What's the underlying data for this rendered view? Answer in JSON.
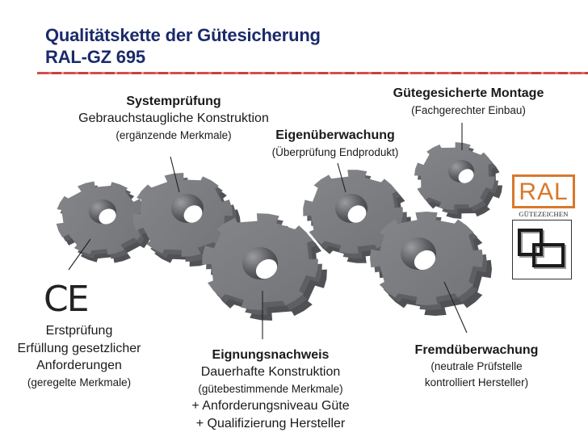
{
  "header": {
    "title_line1": "Qualitätskette der Gütesicherung",
    "title_line2": "RAL-GZ 695"
  },
  "colors": {
    "title": "#1b2a6b",
    "divider": "#c8302c",
    "gear_face": "#7b7d80",
    "gear_side": "#4f5154",
    "ral_orange": "#d8782c"
  },
  "stages": {
    "erstpruefung": {
      "icon": "ce-mark-icon",
      "ce_text": "CE",
      "lines": [
        "Erstprüfung",
        "Erfüllung gesetzlicher",
        "Anforderungen",
        "(geregelte Merkmale)"
      ]
    },
    "systempruefung": {
      "heading": "Systemprüfung",
      "line1": "Gebrauchstaugliche Konstruktion",
      "line2": "(ergänzende Merkmale)"
    },
    "eignungsnachweis": {
      "heading": "Eignungsnachweis",
      "line1": "Dauerhafte Konstruktion",
      "line2": "(gütebestimmende Merkmale)",
      "line3": "+ Anforderungsniveau Güte",
      "line4": "+ Qualifizierung Hersteller"
    },
    "eigenueberwachung": {
      "heading": "Eigenüberwachung",
      "line1": "(Überprüfung Endprodukt)"
    },
    "guetegesicherte_montage": {
      "heading": "Gütegesicherte Montage",
      "line1": "(Fachgerechter Einbau)"
    },
    "fremdueberwachung": {
      "heading": "Fremdüberwachung",
      "line1": "(neutrale Prüfstelle",
      "line2": "kontrolliert Hersteller)"
    }
  },
  "ral_logo": {
    "text": "RAL",
    "subtitle": "GÜTEZEICHEN",
    "icon": "ral-quality-mark-icon"
  }
}
